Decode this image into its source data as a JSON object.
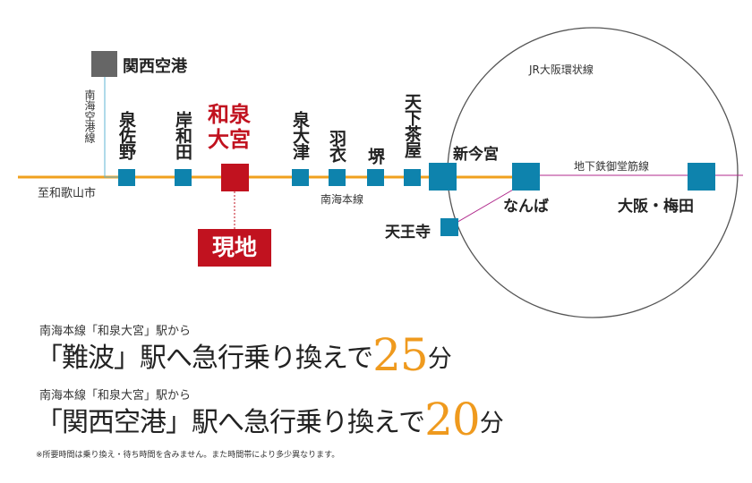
{
  "colors": {
    "station_blue": "#0e83ad",
    "highlight_red": "#c1121f",
    "nankai_line": "#f0a01e",
    "subway_line": "#b02a8c",
    "airport_line": "#5fb4d6",
    "airport_grey": "#666666",
    "loop_line": "#555555",
    "accent_orange": "#ef9a1e"
  },
  "map": {
    "airport": {
      "label": "関西空港",
      "line_label": "南海空港線"
    },
    "direction_label": "至和歌山市",
    "nankai_main_line_label": "南海本線",
    "jr_loop_label": "JR大阪環状線",
    "subway_label": "地下鉄御堂筋線",
    "current_location_label": "現地",
    "stations": [
      {
        "name": "泉佐野"
      },
      {
        "name": "岸和田"
      },
      {
        "name": "和泉大宮",
        "highlight": true
      },
      {
        "name": "泉大津"
      },
      {
        "name": "羽衣"
      },
      {
        "name": "堺"
      },
      {
        "name": "天下茶屋"
      },
      {
        "name": "新今宮"
      },
      {
        "name": "なんば"
      },
      {
        "name": "大阪・梅田"
      },
      {
        "name": "天王寺"
      }
    ]
  },
  "routes": [
    {
      "lead": "南海本線「和泉大宮」駅から",
      "destination": "「難波」駅へ急行乗り換えで",
      "minutes": "25",
      "unit": "分"
    },
    {
      "lead": "南海本線「和泉大宮」駅から",
      "destination": "「関西空港」駅へ急行乗り換えで",
      "minutes": "20",
      "unit": "分"
    }
  ],
  "footnote": "※所要時間は乗り換え・待ち時間を含みません。また時間帯により多少異なります。"
}
